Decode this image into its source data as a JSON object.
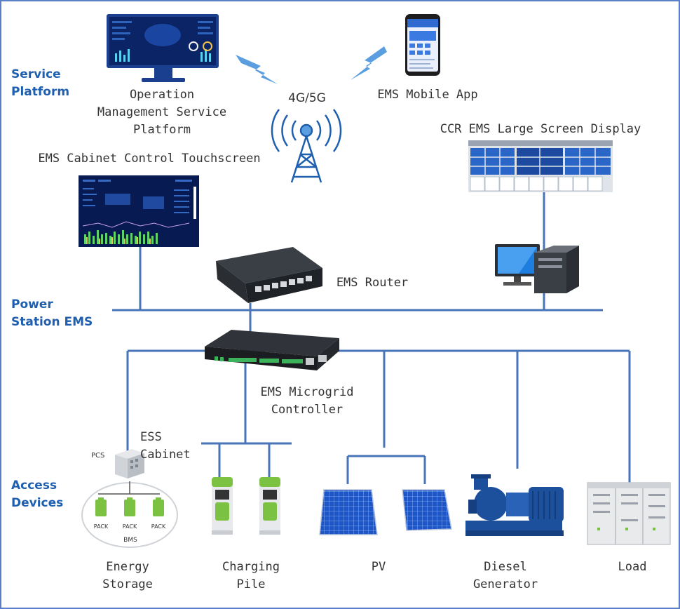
{
  "sections": {
    "service": "Service\nPlatform",
    "power": "Power\nStation EMS",
    "access": "Access\nDevices"
  },
  "nodes": {
    "oms": "Operation\nManagement Service\nPlatform",
    "network": "4G/5G",
    "mobile_app": "EMS Mobile App",
    "ccr_display": "CCR EMS Large Screen Display",
    "touchscreen": "EMS Cabinet Control Touchscreen",
    "router": "EMS Router",
    "controller": "EMS Microgrid\nController",
    "ess_cabinet": "ESS\nCabinet",
    "pcs": "PCS",
    "pack": "PACK",
    "bms": "BMS",
    "energy_storage": "Energy\nStorage",
    "charging_pile": "Charging\nPile",
    "pv": "PV",
    "diesel": "Diesel\nGenerator",
    "load": "Load"
  },
  "colors": {
    "line": "#4a74b8",
    "section": "#1f5fb0",
    "screen": "#0d2a6b",
    "device_green": "#7cc242",
    "solar": "#1e56c8",
    "pump": "#1c4f9c"
  }
}
